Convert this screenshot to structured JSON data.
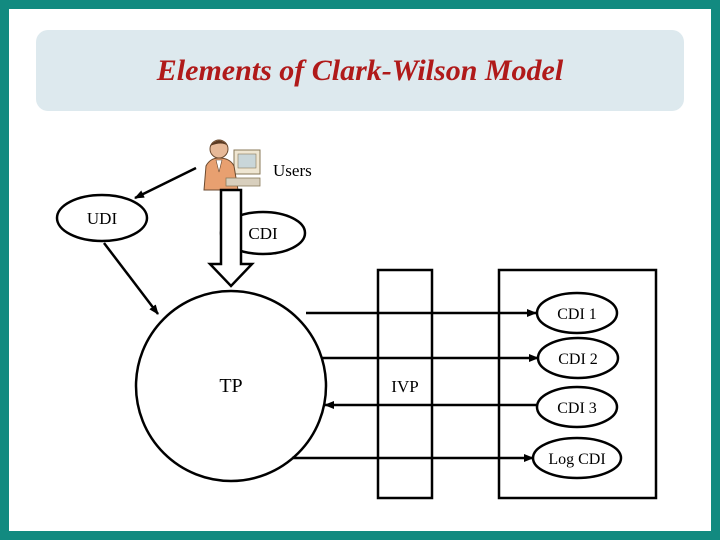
{
  "slide": {
    "title": "Elements of Clark-Wilson Model"
  },
  "diagram": {
    "users_label": "Users",
    "udi_label": "UDI",
    "cdi_label": "CDI",
    "tp_label": "TP",
    "ivp_label": "IVP",
    "cdi_items": [
      "CDI 1",
      "CDI 2",
      "CDI 3",
      "Log CDI"
    ],
    "users_icon": "user-at-computer-icon"
  },
  "colors": {
    "frame": "#128a80",
    "title_panel": "#dde9ee",
    "title_text": "#b01a1a"
  }
}
